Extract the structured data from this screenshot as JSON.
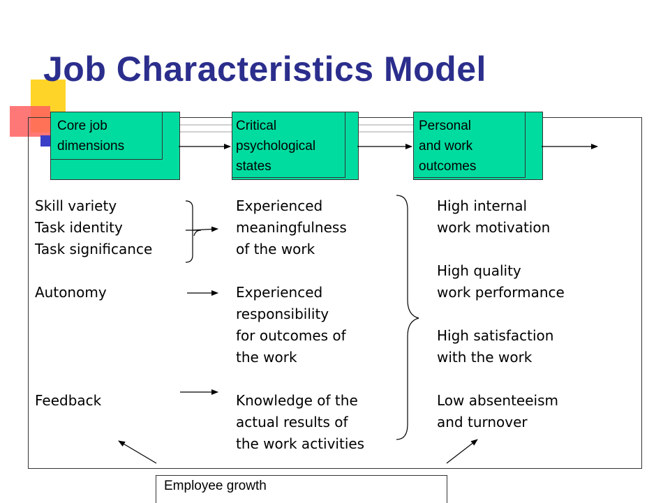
{
  "title": "Job Characteristics Model",
  "colors": {
    "title": "#2b2e8c",
    "header_box": "#00dca0",
    "deco_yellow": "#ffd21e",
    "deco_red": "#ff4a4a",
    "deco_blue": "#3a3fc8"
  },
  "headers": [
    {
      "label": "Core job\ndimensions"
    },
    {
      "label": "Critical\npsychological\nstates"
    },
    {
      "label": "Personal\nand work\noutcomes"
    }
  ],
  "core_dimensions": "Skill variety\nTask identity\nTask significance\n\nAutonomy\n\n\n\n\nFeedback",
  "psychological_states": "Experienced\nmeaningfulness\nof the work\n\nExperienced\nresponsibility\nfor outcomes of\nthe work\n\nKnowledge of the\nactual results of\nthe work activities",
  "outcomes": "High internal\nwork motivation\n\nHigh quality\nwork performance\n\nHigh satisfaction\nwith the work\n\nLow absenteeism\nand turnover",
  "growth_label": "Employee growth"
}
